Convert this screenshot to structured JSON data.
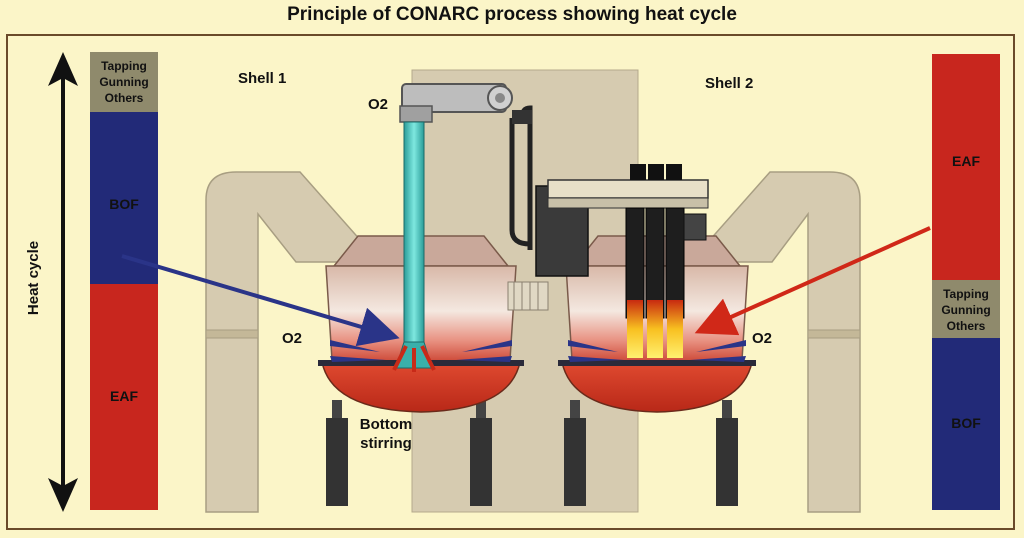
{
  "title": "Principle of CONARC process showing heat cycle",
  "axis": {
    "label": "Heat cycle"
  },
  "shells": {
    "left": "Shell 1",
    "right": "Shell 2"
  },
  "labels": {
    "o2_top": "O2",
    "o2_left": "O2",
    "o2_right": "O2",
    "bottom_stirring_line1": "Bottom",
    "bottom_stirring_line2": "stirring"
  },
  "left_bar": {
    "tapping": [
      "Tapping",
      "Gunning",
      "Others"
    ],
    "bof": "BOF",
    "eaf": "EAF"
  },
  "right_bar": {
    "eaf": "EAF",
    "tapping": [
      "Tapping",
      "Gunning",
      "Others"
    ],
    "bof": "BOF"
  },
  "colors": {
    "background": "#fbf5c8",
    "eaf": "#c8261e",
    "bof": "#222a78",
    "tapping": "#8f8a6c",
    "structure": "#d6cbb0",
    "lance": "#40c8c0"
  }
}
